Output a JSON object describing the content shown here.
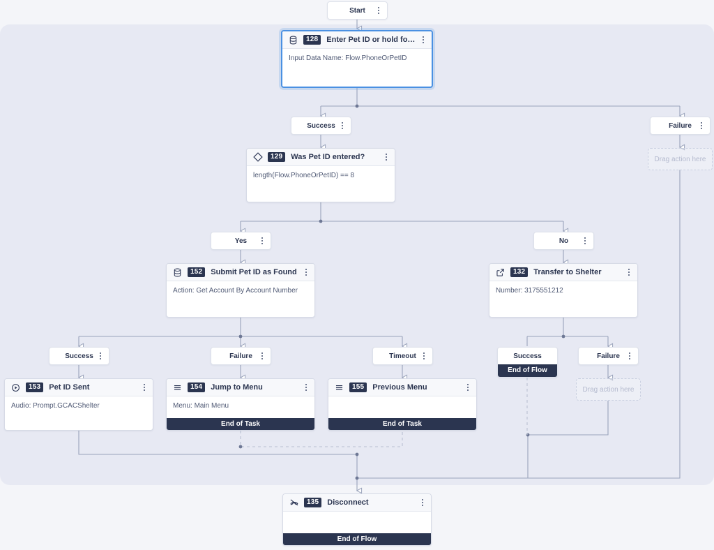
{
  "canvas": {
    "background": "#f4f5f9",
    "panel_background": "#e7e9f3",
    "accent_selected": "#4a90e2",
    "badge_background": "#2b3550",
    "footer_background": "#2b3550"
  },
  "start": {
    "label": "Start",
    "menu_icon": "kebab-menu-icon"
  },
  "nodes": [
    {
      "id": "128",
      "title": "Enter Pet ID or hold for repres…",
      "body": "Input Data Name: Flow.PhoneOrPetID",
      "icon": "database-icon",
      "footer": "",
      "selected": true
    },
    {
      "id": "129",
      "title": "Was Pet ID entered?",
      "body": "length(Flow.PhoneOrPetID) == 8",
      "icon": "decision-diamond-icon",
      "footer": "",
      "selected": false
    },
    {
      "id": "152",
      "title": "Submit Pet ID as Found",
      "body": "Action: Get Account By Account Number",
      "icon": "database-icon",
      "footer": "",
      "selected": false
    },
    {
      "id": "132",
      "title": "Transfer to Shelter",
      "body": "Number: 3175551212",
      "icon": "external-link-icon",
      "footer": "",
      "selected": false
    },
    {
      "id": "153",
      "title": "Pet ID Sent",
      "body": "Audio: Prompt.GCACShelter",
      "icon": "play-circle-icon",
      "footer": "",
      "selected": false
    },
    {
      "id": "154",
      "title": "Jump to Menu",
      "body": "Menu: Main Menu",
      "icon": "menu-lines-icon",
      "footer": "End of Task",
      "selected": false
    },
    {
      "id": "155",
      "title": "Previous Menu",
      "body": "",
      "icon": "menu-lines-icon",
      "footer": "End of Task",
      "selected": false
    },
    {
      "id": "135",
      "title": "Disconnect",
      "body": "",
      "icon": "phone-hangup-icon",
      "footer": "End of Flow",
      "selected": false
    }
  ],
  "branches": {
    "success_128": "Success",
    "failure_128": "Failure",
    "yes_129": "Yes",
    "no_129": "No",
    "success_152": "Success",
    "failure_152": "Failure",
    "timeout_152": "Timeout",
    "success_132": "Success",
    "success_132_footer": "End of Flow",
    "failure_132": "Failure"
  },
  "placeholders": {
    "drop_failure_128": "Drag action here",
    "drop_failure_132": "Drag action here"
  }
}
